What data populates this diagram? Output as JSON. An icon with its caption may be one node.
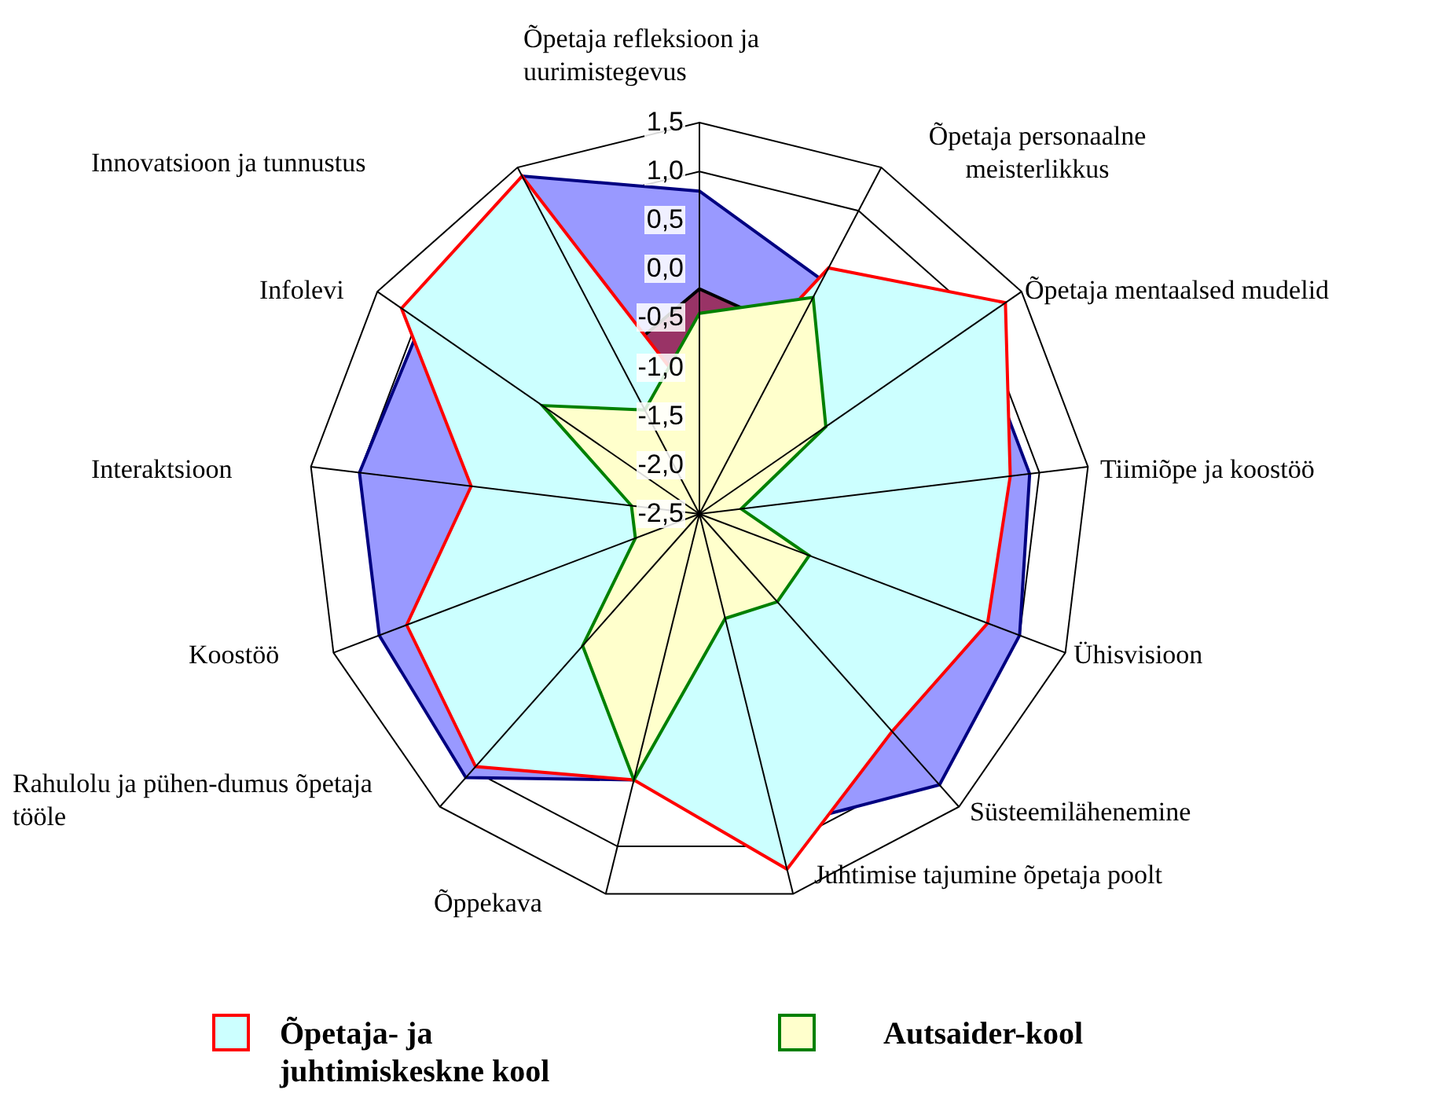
{
  "diagram": {
    "labels": [
      "Õpetaja refleksioon ja uurimistegevus",
      "Õpetaja personaalne meisterlikkus",
      "Õpetaja mentaalsed mudelid",
      "Tiimiõpe ja koostöö",
      "Ühisvisioon",
      "Süsteemilähenemine",
      "Juhtimise tajumine õpetaja poolt",
      "Õppekava",
      "Rahulolu ja pühen-dumus õpetaja tööle",
      "Koostöö",
      "Interaktsioon",
      "Infolevi",
      "Innovatsioon ja tunnustus",
      "1,5",
      "1,0",
      "0,5",
      "0,0",
      "-0,5",
      "-1,0",
      "-1,5",
      "-2,0",
      "-2,5"
    ],
    "legend": [
      {
        "text": "Õpetaja- ja juhtimiskeskne kool",
        "color": "#ccffff"
      },
      {
        "text": "Autsaider-kool",
        "color": "#ffffcc"
      }
    ]
  }
}
